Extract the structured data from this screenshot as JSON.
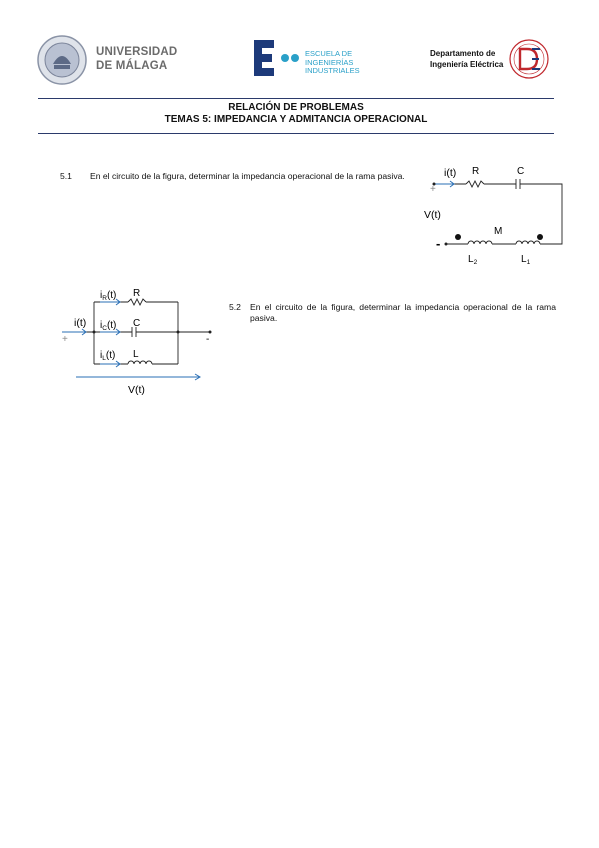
{
  "header": {
    "university_line1": "UNIVERSIDAD",
    "university_line2": "DE MÁLAGA",
    "school_line1": "ESCUELA DE",
    "school_line2": "INGENIERÍAS",
    "school_line3": "INDUSTRIALES",
    "department_line1": "Departamento de",
    "department_line2": "Ingeniería Eléctrica"
  },
  "title": {
    "line1": "RELACIÓN DE PROBLEMAS",
    "line2": "TEMAS 5: IMPEDANCIA Y ADMITANCIA OPERACIONAL"
  },
  "problems": [
    {
      "number": "5.1",
      "text": "En el circuito de la figura, determinar la impedancia operacional de la rama pasiva."
    },
    {
      "number": "5.2",
      "text": "En el circuito de la figura, determinar la impedancia operacional de la rama pasiva."
    }
  ],
  "circuit1": {
    "current": "i(t)",
    "resistor": "R",
    "capacitor": "C",
    "voltage": "V(t)",
    "plus": "+",
    "minus": "-",
    "mutual": "M",
    "l2_base": "L",
    "l2_sub": "2",
    "l1_base": "L",
    "l1_sub": "1"
  },
  "circuit2": {
    "current": "i(t)",
    "ir_base": "i",
    "ir_sub": "R",
    "ic_base": "i",
    "ic_sub": "C",
    "il_base": "i",
    "il_sub": "L",
    "tail": "(t)",
    "resistor": "R",
    "capacitor": "C",
    "inductor": "L",
    "voltage": "V(t)",
    "plus": "+",
    "minus": "-"
  },
  "colors": {
    "accent_blue": "#2a6fb5",
    "rule": "#2b3a6b",
    "school_cyan": "#2aa0c8",
    "school_navy": "#1d3a7a",
    "dept_red": "#c0282d"
  }
}
